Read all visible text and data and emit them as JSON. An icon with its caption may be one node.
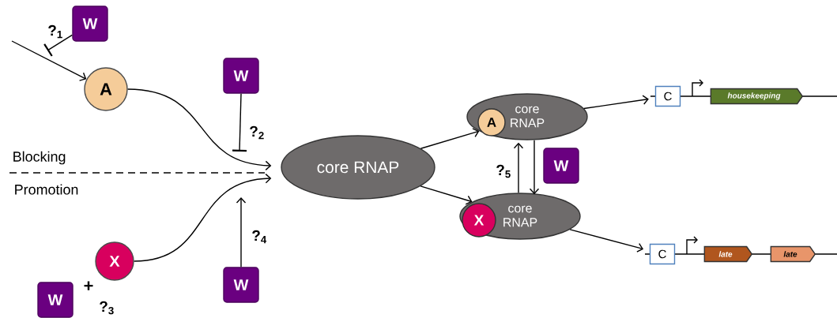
{
  "diagram": {
    "nodes": [
      {
        "text": [
          "W"
        ]
      },
      {
        "text": [
          "A"
        ]
      },
      {
        "text": [
          "W"
        ]
      },
      {
        "text": [
          "core RNAP"
        ]
      },
      {
        "text": [
          "X"
        ]
      },
      {
        "text": [
          "W"
        ]
      },
      {
        "text": [
          "W"
        ]
      },
      {
        "text": [
          "core RNAP"
        ]
      },
      {
        "text": [
          "A"
        ],
        "in": 7
      },
      {
        "text": [
          "W"
        ]
      },
      {
        "text": [
          "core RNAP"
        ]
      },
      {
        "text": [
          "X"
        ],
        "in": 10
      },
      {
        "text": [
          "C"
        ]
      },
      {
        "text": [
          "housekeeping"
        ]
      },
      {
        "text": [
          "C"
        ]
      },
      {
        "text": [
          "late"
        ]
      },
      {
        "text": [
          "late"
        ]
      }
    ],
    "edges": [
      {
        "from": null,
        "to": 1,
        "arrow": "to"
      },
      {
        "from": 0,
        "to": null,
        "arrow": "other",
        "label": "?$_{1}$"
      },
      {
        "from": 1,
        "to": 3,
        "arrow": "to"
      },
      {
        "from": 2,
        "to": null,
        "arrow": "other",
        "label": "?$_{2}$"
      },
      {
        "from": 4,
        "to": 3,
        "arrow": "to"
      },
      {
        "from": 5,
        "to": null,
        "arrow": "to",
        "label": "?$_{4}$"
      },
      {
        "from": 3,
        "to": 7,
        "arrow": "to"
      },
      {
        "from": 3,
        "to": 10,
        "arrow": "to"
      },
      {
        "from": 10,
        "to": 7,
        "arrow": "to",
        "label": "?$_{5}$"
      },
      {
        "from": 7,
        "to": 10,
        "arrow": "to"
      },
      {
        "from": 7,
        "to": 12,
        "arrow": "to"
      },
      {
        "from": 10,
        "to": 14,
        "arrow": "to"
      }
    ],
    "labels": [
      "Blocking",
      "Promotion",
      "+",
      "?$_{3}$"
    ]
  }
}
